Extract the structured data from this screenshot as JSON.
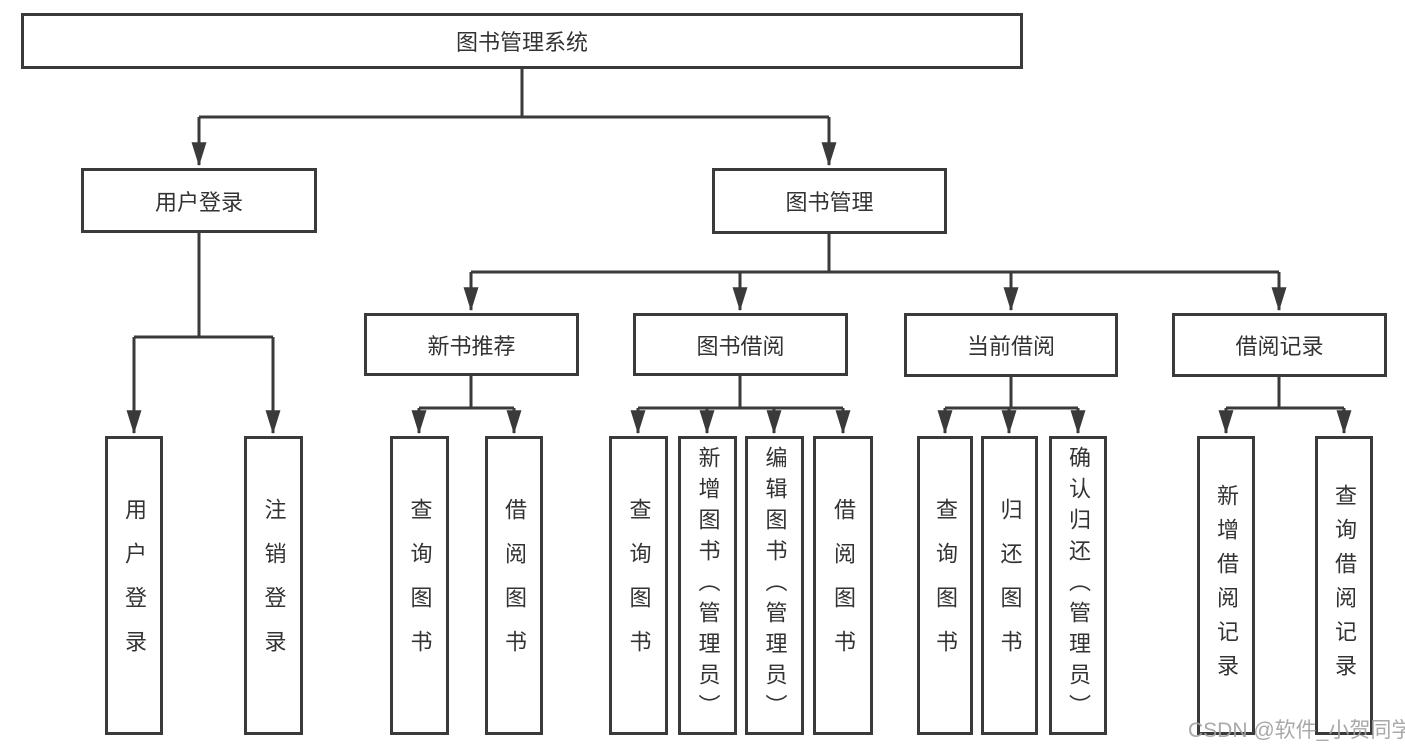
{
  "tree": {
    "label": "图书管理系统",
    "children": [
      {
        "label": "用户登录",
        "children": [
          {
            "label": "用户登录"
          },
          {
            "label": "注销登录"
          }
        ]
      },
      {
        "label": "图书管理",
        "children": [
          {
            "label": "新书推荐",
            "children": [
              {
                "label": "查询图书"
              },
              {
                "label": "借阅图书"
              }
            ]
          },
          {
            "label": "图书借阅",
            "children": [
              {
                "label": "查询图书"
              },
              {
                "label": "新增图书（管理员）"
              },
              {
                "label": "编辑图书（管理员）"
              },
              {
                "label": "借阅图书"
              }
            ]
          },
          {
            "label": "当前借阅",
            "children": [
              {
                "label": "查询图书"
              },
              {
                "label": "归还图书"
              },
              {
                "label": "确认归还（管理员）"
              }
            ]
          },
          {
            "label": "借阅记录",
            "children": [
              {
                "label": "新增借阅记录"
              },
              {
                "label": "查询借阅记录"
              }
            ]
          }
        ]
      }
    ]
  },
  "watermark": "CSDN @软件_小贺同学",
  "colors": {
    "line": "#3a3a3a",
    "text": "#333333",
    "box_fill": "#ffffff",
    "watermark_text": "#a2a2a2",
    "background": "#ffffff"
  }
}
